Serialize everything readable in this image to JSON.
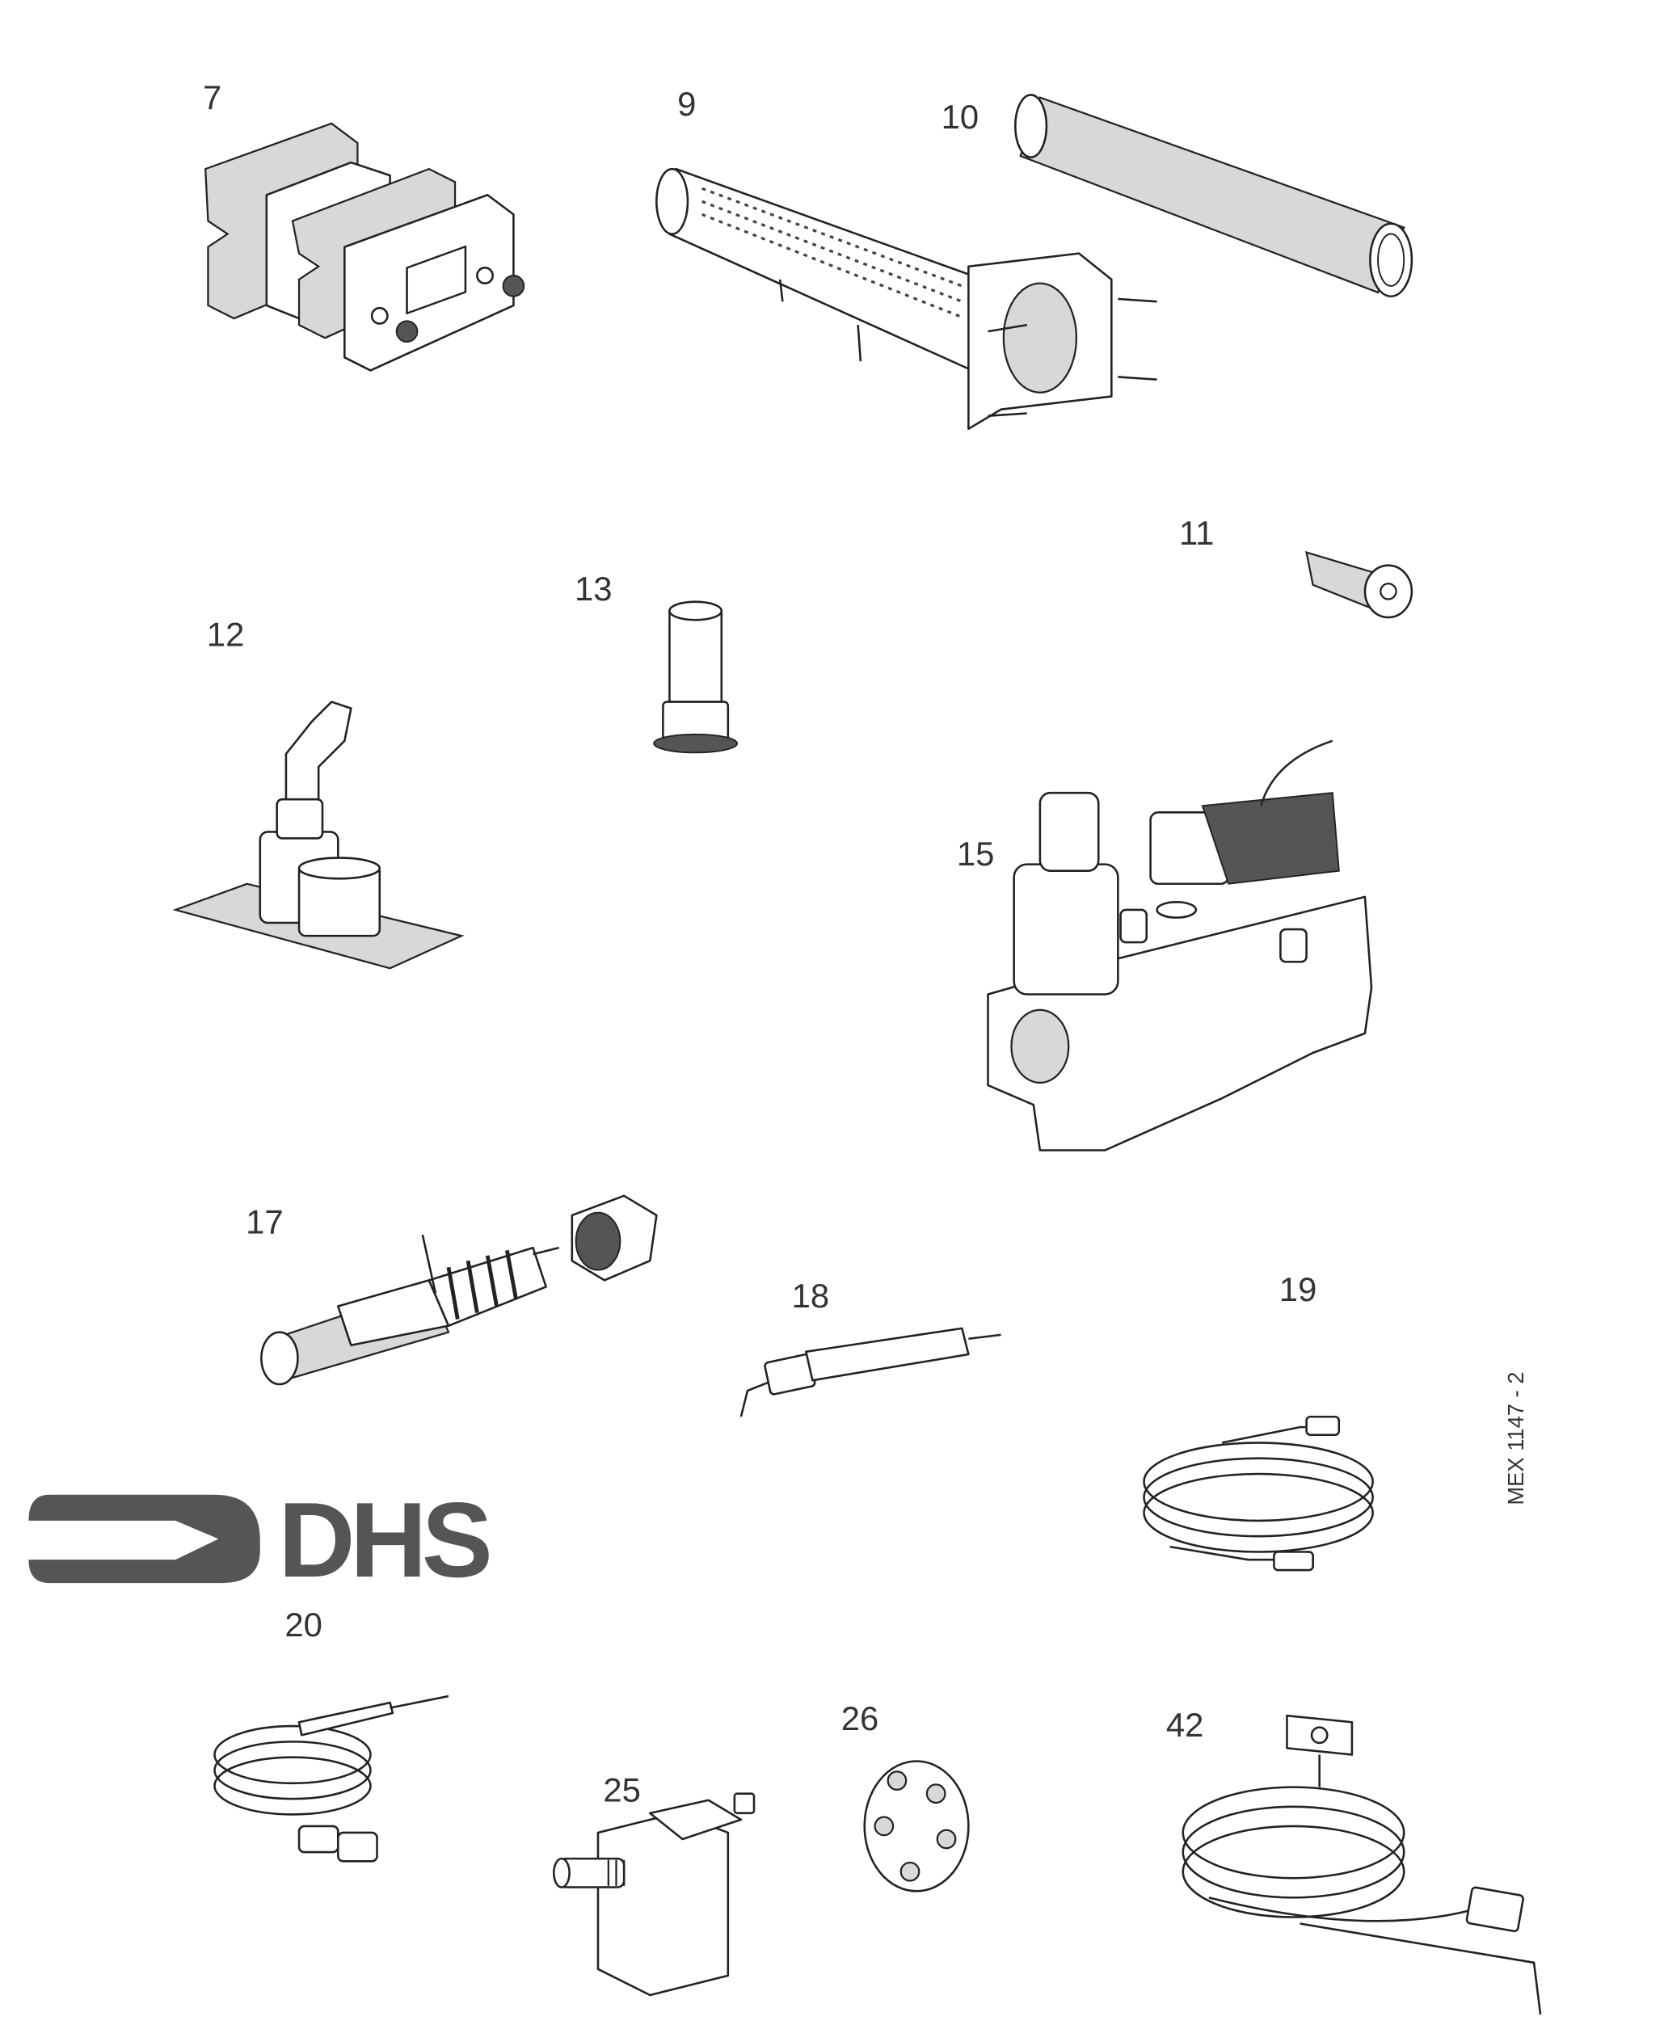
{
  "document": {
    "logo_text": "DHS",
    "reference_code": "MEX 1147 - 2",
    "parts": [
      {
        "number": "7",
        "description_icon": "gasket-set-icon"
      },
      {
        "number": "9",
        "description_icon": "burner-tube-icon"
      },
      {
        "number": "10",
        "description_icon": "sleeve-tube-icon"
      },
      {
        "number": "11",
        "description_icon": "injector-icon"
      },
      {
        "number": "12",
        "description_icon": "pilot-burner-icon"
      },
      {
        "number": "13",
        "description_icon": "nozzle-icon"
      },
      {
        "number": "15",
        "description_icon": "gas-valve-icon"
      },
      {
        "number": "17",
        "description_icon": "piezo-igniter-icon"
      },
      {
        "number": "18",
        "description_icon": "electrode-icon"
      },
      {
        "number": "19",
        "description_icon": "cable-icon"
      },
      {
        "number": "20",
        "description_icon": "thermocouple-icon"
      },
      {
        "number": "25",
        "description_icon": "toggle-switch-icon"
      },
      {
        "number": "26",
        "description_icon": "knob-icon"
      },
      {
        "number": "42",
        "description_icon": "thermostat-sensor-icon"
      }
    ]
  }
}
